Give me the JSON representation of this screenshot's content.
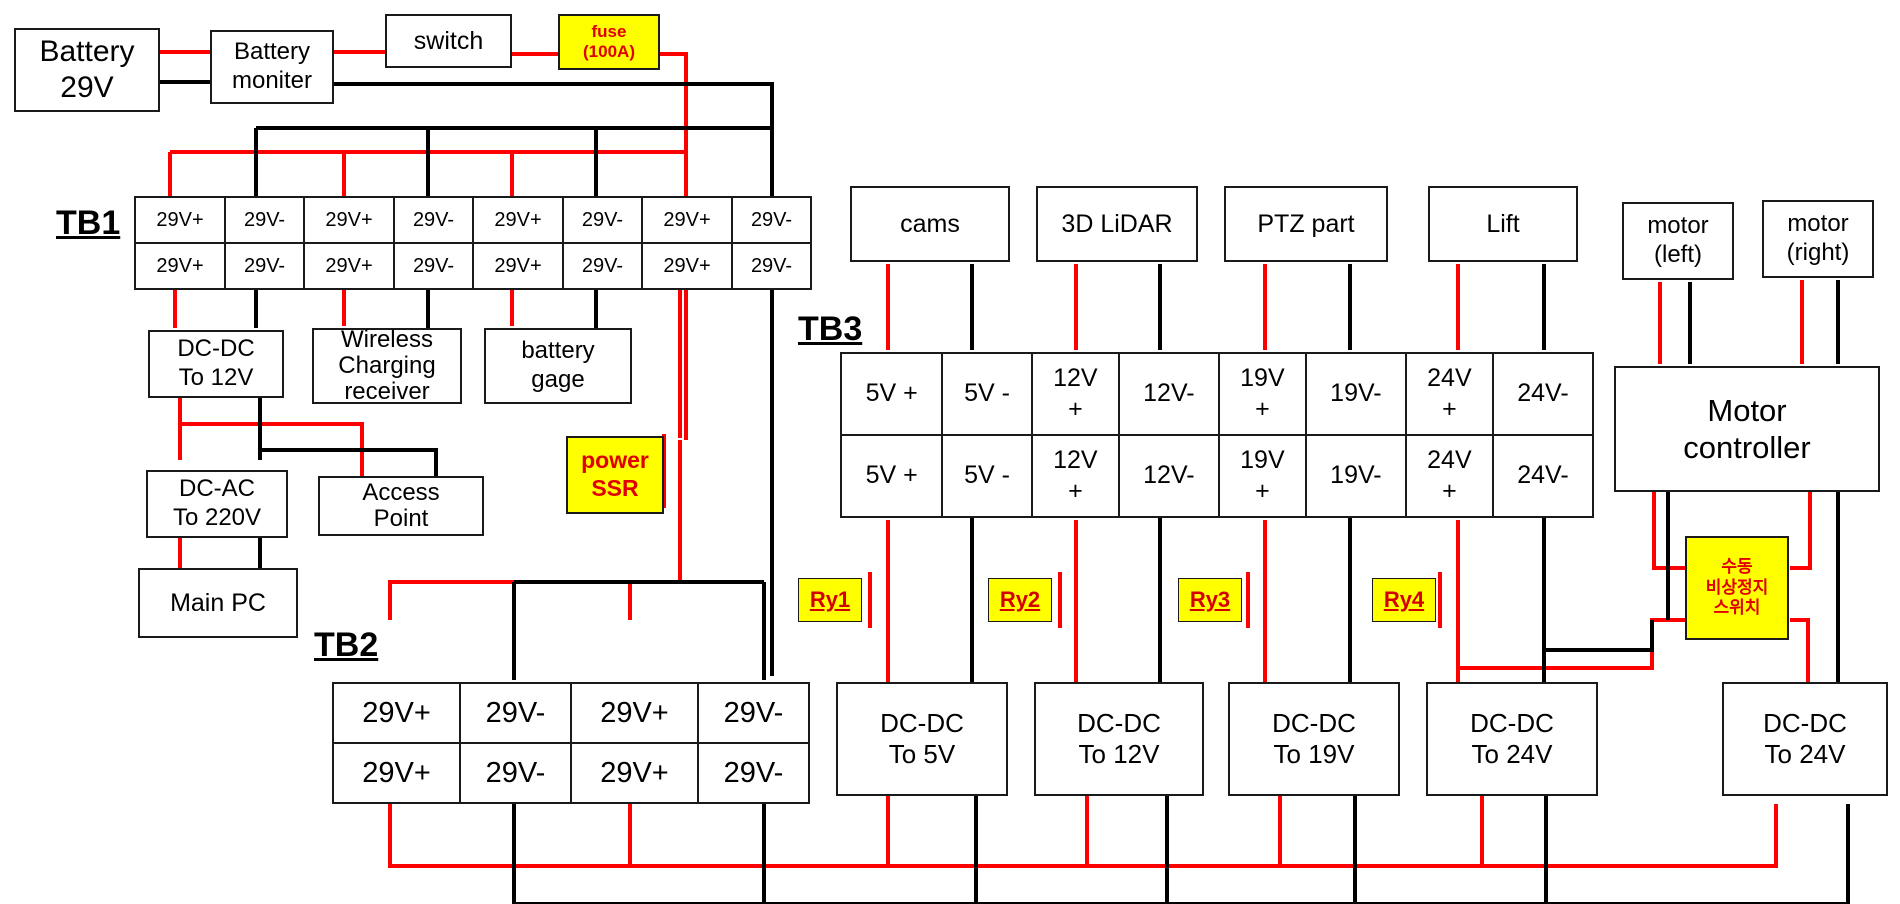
{
  "colors": {
    "positive": "#ff0000",
    "negative": "#000000",
    "highlight": "#ffff00",
    "label_red": "#e00000"
  },
  "top": {
    "battery": [
      "Battery",
      "29V"
    ],
    "battery_monitor": [
      "Battery",
      "moniter"
    ],
    "switch": "switch",
    "fuse": [
      "fuse",
      "(100A)"
    ]
  },
  "tb1": {
    "label": "TB1",
    "row1": [
      "29V+",
      "29V-",
      "29V+",
      "29V-",
      "29V+",
      "29V-",
      "29V+",
      "29V-"
    ],
    "row2": [
      "29V+",
      "29V-",
      "29V+",
      "29V-",
      "29V+",
      "29V-",
      "29V+",
      "29V-"
    ]
  },
  "tb1_loads": {
    "dcdc12": [
      "DC-DC",
      "To 12V"
    ],
    "wireless": [
      "Wireless",
      "Charging",
      "receiver"
    ],
    "battery_gage": [
      "battery",
      "gage"
    ],
    "dcac": [
      "DC-AC",
      "To 220V"
    ],
    "access_point": [
      "Access",
      "Point"
    ],
    "main_pc": "Main PC",
    "power_ssr": [
      "power",
      "SSR"
    ]
  },
  "tb2": {
    "label": "TB2",
    "row1": [
      "29V+",
      "29V-",
      "29V+",
      "29V-"
    ],
    "row2": [
      "29V+",
      "29V-",
      "29V+",
      "29V-"
    ]
  },
  "tb3": {
    "label": "TB3",
    "row1": [
      [
        "5V +"
      ],
      [
        "5V -"
      ],
      [
        "12V",
        "+"
      ],
      [
        "12V-"
      ],
      [
        "19V",
        "+"
      ],
      [
        "19V-"
      ],
      [
        "24V",
        "+"
      ],
      [
        "24V-"
      ]
    ],
    "row2": [
      [
        "5V +"
      ],
      [
        "5V -"
      ],
      [
        "12V",
        "+"
      ],
      [
        "12V-"
      ],
      [
        "19V",
        "+"
      ],
      [
        "19V-"
      ],
      [
        "24V",
        "+"
      ],
      [
        "24V-"
      ]
    ]
  },
  "loads": {
    "cams": "cams",
    "lidar": "3D LiDAR",
    "ptz": "PTZ part",
    "lift": "Lift",
    "motor_left": [
      "motor",
      "(left)"
    ],
    "motor_right": [
      "motor",
      "(right)"
    ],
    "motor_controller": [
      "Motor",
      "controller"
    ],
    "estop": [
      "수동",
      "비상정지",
      "스위치"
    ]
  },
  "relays": [
    "Ry1",
    "Ry2",
    "Ry3",
    "Ry4"
  ],
  "converters": [
    [
      "DC-DC",
      "To 5V"
    ],
    [
      "DC-DC",
      "To 12V"
    ],
    [
      "DC-DC",
      "To 19V"
    ],
    [
      "DC-DC",
      "To 24V"
    ],
    [
      "DC-DC",
      "To 24V"
    ]
  ]
}
